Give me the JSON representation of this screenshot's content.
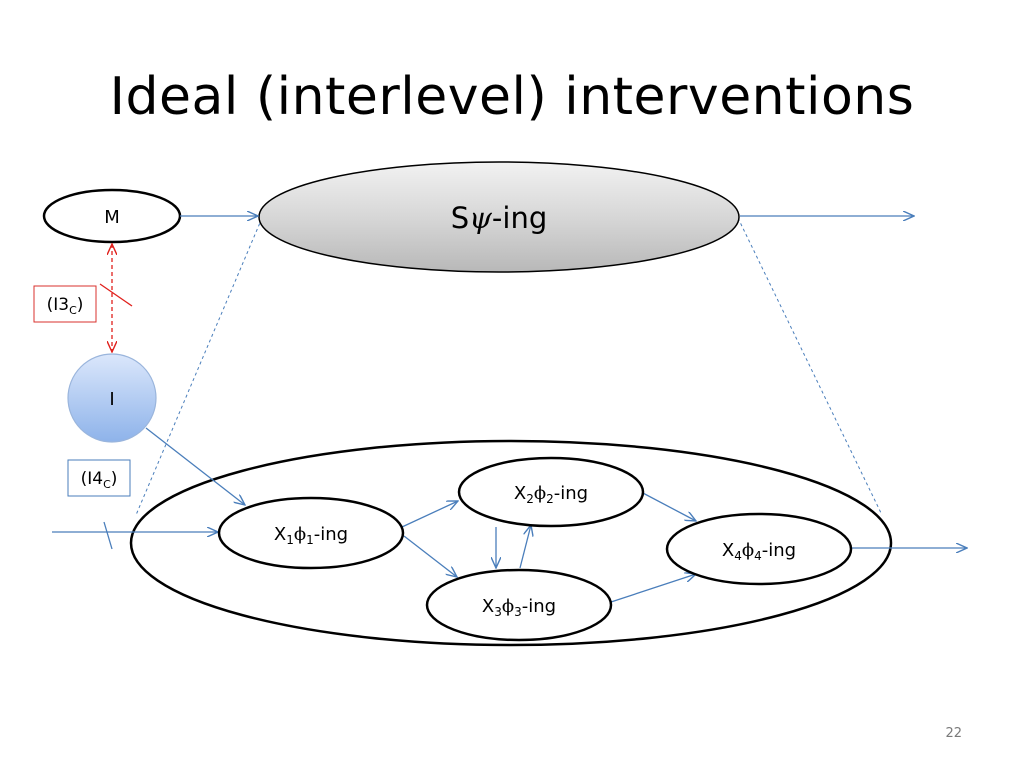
{
  "title": "Ideal (interlevel) interventions",
  "page_number": "22",
  "nodes": {
    "m": "M",
    "i": "I",
    "s_psi": {
      "main": "S",
      "sym": "ψ",
      "suffix": "-ing"
    },
    "x1": {
      "base": "X",
      "sub1": "1",
      "sym": "ϕ",
      "sub2": "1",
      "suffix": "-ing"
    },
    "x2": {
      "base": "X",
      "sub1": "2",
      "sym": "ϕ",
      "sub2": "2",
      "suffix": "-ing"
    },
    "x3": {
      "base": "X",
      "sub1": "3",
      "sym": "ϕ",
      "sub2": "3",
      "suffix": "-ing"
    },
    "x4": {
      "base": "X",
      "sub1": "4",
      "sym": "ϕ",
      "sub2": "4",
      "suffix": "-ing"
    }
  },
  "labels": {
    "i3c": {
      "open": "(I3",
      "sub": "C",
      "close": ")"
    },
    "i4c": {
      "open": "(I4",
      "sub": "C",
      "close": ")"
    }
  },
  "colors": {
    "arrow": "#4a7ebb",
    "intervention_red": "#e0201c",
    "i3c_border": "#d9322c",
    "i4c_border": "#4a7ebb",
    "i_node_top": "#dbe7fb",
    "i_node_bottom": "#8eb3ea"
  }
}
